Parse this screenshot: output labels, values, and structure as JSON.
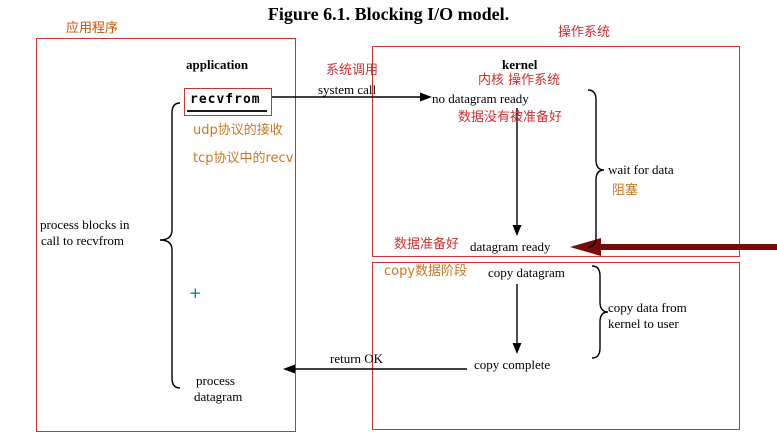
{
  "figure": {
    "title": "Figure 6.1. Blocking I/O model."
  },
  "left_panel": {
    "region_label_cn": "应用程序",
    "application": "application",
    "recvfrom": "recvfrom",
    "udp_note_cn": "udp协议的接收",
    "tcp_note_cn": "tcp协议中的recv",
    "process_blocks_line1": "process blocks in",
    "process_blocks_line2": "call to recvfrom",
    "process_line1": "process",
    "process_line2": "datagram",
    "cross_mark": "+"
  },
  "right_panel": {
    "region_label_cn": "操作系统",
    "kernel": "kernel",
    "kernel_cn": "内核 操作系统",
    "no_datagram_ready": "no datagram ready",
    "no_datagram_cn": "数据没有被准备好",
    "wait_for_data": "wait for data",
    "wait_cn": "阻塞",
    "datagram_ready_cn": "数据准备好",
    "datagram_ready": "datagram ready",
    "copy_phase_cn": "copy数据阶段",
    "copy_datagram": "copy datagram",
    "copy_data_line1": "copy data from",
    "copy_data_line2": "kernel to user",
    "copy_complete": "copy complete"
  },
  "transitions": {
    "system_call_cn": "系统调用",
    "system_call": "system call",
    "return_ok": "return OK"
  },
  "colors": {
    "box_border": "#cc3333",
    "red_text": "#d03030",
    "orange_text": "#cc7722",
    "orange_red_text": "#cc5200",
    "dark_red_arrow": "#7a0a0a",
    "cross_teal": "#007878",
    "text_black": "#000000"
  }
}
